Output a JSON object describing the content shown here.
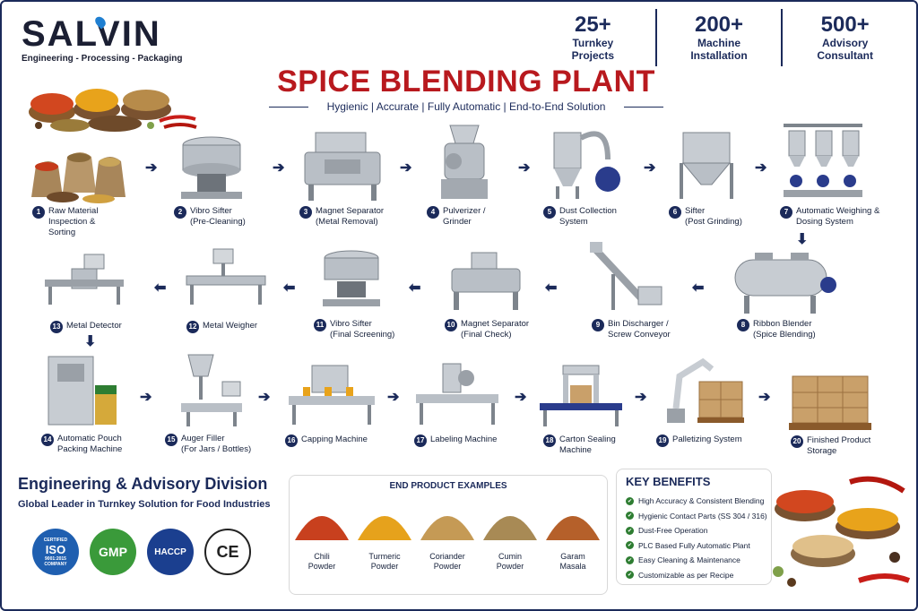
{
  "brand": {
    "name": "SALVIN",
    "tagline": "Engineering - Processing - Packaging"
  },
  "stats": [
    {
      "number": "25+",
      "label": "Turnkey\nProjects"
    },
    {
      "number": "200+",
      "label": "Machine\nInstallation"
    },
    {
      "number": "500+",
      "label": "Advisory\nConsultant"
    }
  ],
  "title": "SPICE BLENDING PLANT",
  "subtitle": "Hygienic | Accurate | Fully Automatic | End-to-End Solution",
  "steps": [
    {
      "num": "1",
      "text": "Raw Material\nInspection &\nSorting"
    },
    {
      "num": "2",
      "text": "Vibro Sifter\n(Pre-Cleaning)"
    },
    {
      "num": "3",
      "text": "Magnet Separator\n(Metal Removal)"
    },
    {
      "num": "4",
      "text": "Pulverizer /\nGrinder"
    },
    {
      "num": "5",
      "text": "Dust Collection\nSystem"
    },
    {
      "num": "6",
      "text": "Sifter\n(Post Grinding)"
    },
    {
      "num": "7",
      "text": "Automatic Weighing &\nDosing System"
    },
    {
      "num": "8",
      "text": "Ribbon Blender\n(Spice Blending)"
    },
    {
      "num": "9",
      "text": "Bin Discharger /\nScrew Conveyor"
    },
    {
      "num": "10",
      "text": "Magnet Separator\n(Final Check)"
    },
    {
      "num": "11",
      "text": "Vibro Sifter\n(Final Screening)"
    },
    {
      "num": "12",
      "text": "Metal Weigher"
    },
    {
      "num": "13",
      "text": "Metal Detector"
    },
    {
      "num": "14",
      "text": "Automatic Pouch\nPacking Machine"
    },
    {
      "num": "15",
      "text": "Auger Filler\n(For Jars / Bottles)"
    },
    {
      "num": "16",
      "text": "Capping Machine"
    },
    {
      "num": "17",
      "text": "Labeling Machine"
    },
    {
      "num": "18",
      "text": "Carton Sealing\nMachine"
    },
    {
      "num": "19",
      "text": "Palletizing System"
    },
    {
      "num": "20",
      "text": "Finished Product\nStorage"
    }
  ],
  "arrows": {
    "right": "➔",
    "left": "⬅",
    "down": "⬇"
  },
  "division": {
    "title": "Engineering & Advisory Division",
    "subtitle": "Global Leader in Turnkey Solution for Food Industries"
  },
  "certifications": {
    "iso": {
      "top": "CERTIFIED",
      "main": "ISO",
      "code": "9001:2015",
      "bottom": "COMPANY",
      "color": "#1f5fb0"
    },
    "gmp": {
      "main": "GMP",
      "color": "#3a9a3a"
    },
    "haccp": {
      "main": "HACCP",
      "color": "#1b3f8f"
    },
    "ce": {
      "main": "CE"
    }
  },
  "end_products": {
    "title": "END PRODUCT EXAMPLES",
    "items": [
      {
        "label": "Chili\nPowder",
        "color": "#c8401e"
      },
      {
        "label": "Turmeric\nPowder",
        "color": "#e6a21c"
      },
      {
        "label": "Coriander\nPowder",
        "color": "#c59a55"
      },
      {
        "label": "Cumin\nPowder",
        "color": "#a88a55"
      },
      {
        "label": "Garam\nMasala",
        "color": "#b5602a"
      }
    ]
  },
  "benefits": {
    "title": "KEY BENEFITS",
    "items": [
      "High Accuracy & Consistent Blending",
      "Hygienic Contact Parts (SS 304 / 316)",
      "Dust-Free Operation",
      "PLC Based Fully Automatic Plant",
      "Easy Cleaning & Maintenance",
      "Customizable as per Recipe"
    ]
  },
  "colors": {
    "navy": "#1b2a5a",
    "red": "#b8191e",
    "steel": "#b9bfc6"
  },
  "icons": [
    "check-icon",
    "arrow-right-icon",
    "arrow-left-icon",
    "arrow-down-icon"
  ]
}
